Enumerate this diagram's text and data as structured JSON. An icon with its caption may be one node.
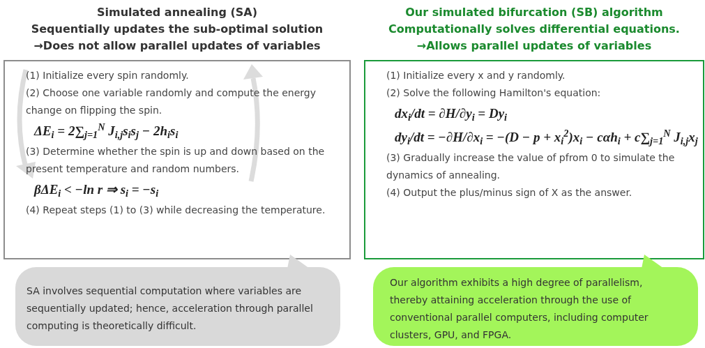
{
  "diagram": {
    "nodes": [
      {
        "text": [
          "Simulated annealing (SA)",
          "Sequentially updates the sub-optimal solution",
          "→Does not allow parallel updates of variables",
          "(1) Initialize every spin randomly.",
          "(2) Choose one variable randomly and compute the energy change on flipping the spin.",
          "ΔE$_{i}$ = 2∑$_{j=1}$$^{N}$ J$_{i,j}$s$_{i}$s$_{j}$ − 2h$_{i}$s$_{i}$",
          "(3) Determine whether the spin is up and down based on the present temperature and random numbers.",
          "βΔE$_{i}$ < −ln r ⇒ s$_{i}$ = −s$_{i}$",
          "(4) Repeat steps (1) to (3) while decreasing the temperature."
        ]
      },
      {
        "text": [
          "SA involves sequential computation where variables are sequentially updated; hence, acceleration through parallel computing is theoretically difficult."
        ]
      },
      {
        "text": [
          "Our simulated bifurcation (SB) algorithm",
          "Computationally solves differential equations.",
          "→Allows parallel updates of variables",
          "(1) Initialize every x and y randomly.",
          "(2) Solve the following Hamilton's equation:",
          "dx$_{i}$/dt = ∂H/∂y$_{i}$ = Dy$_{i}$",
          "dy$_{i}$/dt = −∂H/∂x$_{i}$ = −(D − p + x$_{i}$$^{2}$)x$_{i}$ − cαh$_{i}$ + c∑$_{j=1}$$^{N}$ J$_{i,j}$x$_{j}$",
          "(3) Gradually increase the value of pfrom 0 to simulate the dynamics of annealing.",
          "(4) Output the plus/minus sign of X as the answer."
        ]
      },
      {
        "text": [
          "Our algorithm exhibits a high degree of parallelism, thereby attaining acceleration through the use of conventional parallel computers, including computer clusters, GPU, and FPGA."
        ]
      }
    ]
  }
}
